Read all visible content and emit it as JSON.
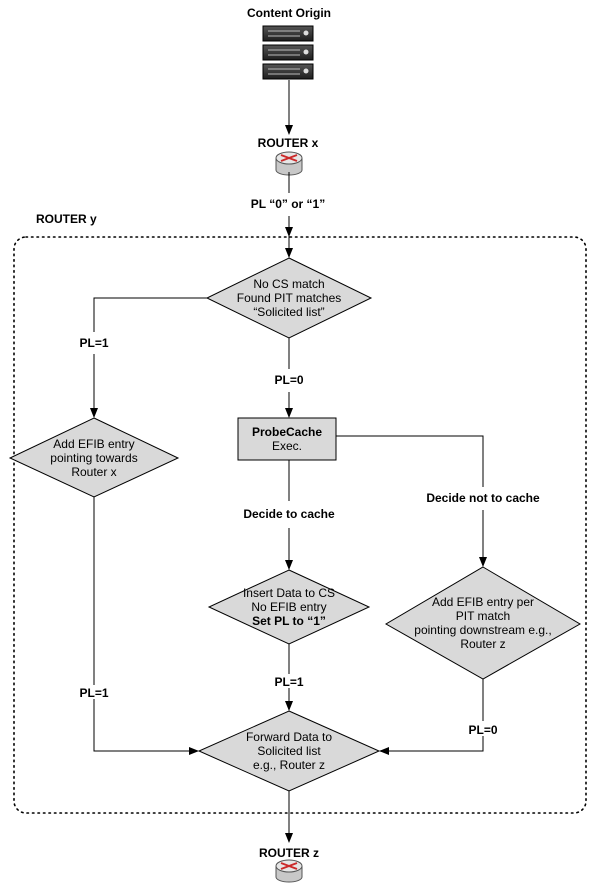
{
  "nodes": {
    "content_origin": "Content Origin",
    "router_x": "ROUTER x",
    "router_y": "ROUTER y",
    "router_z": "ROUTER z",
    "pl_in": "PL “0” or “1”",
    "check": {
      "l1": "No CS match",
      "l2": "Found PIT matches",
      "l3": "“Solicited list”"
    },
    "efib_x": {
      "l1": "Add EFIB entry",
      "l2": "pointing towards",
      "l3": "Router x"
    },
    "probecache": {
      "l1": "ProbeCache",
      "l2": "Exec."
    },
    "insert": {
      "l1": "Insert Data to CS",
      "l2": "No EFIB entry",
      "l3": "Set PL to “1”"
    },
    "efib_pit": {
      "l1": "Add EFIB entry per",
      "l2": "PIT match",
      "l3": "pointing downstream e.g.,",
      "l4": "Router z"
    },
    "forward": {
      "l1": "Forward Data to",
      "l2": "Solicited list",
      "l3": "e.g., Router z"
    }
  },
  "edge_labels": {
    "pl1_left_top": "PL=1",
    "pl0_center": "PL=0",
    "decide_cache": "Decide to cache",
    "decide_not_cache": "Decide not to cache",
    "pl1_left_bottom": "PL=1",
    "pl1_center": "PL=1",
    "pl0_right": "PL=0"
  },
  "colors": {
    "shape_fill": "#d9d9d9",
    "stroke": "#000000",
    "router_red": "#cc2a2a"
  },
  "icons": [
    "server-stack-icon",
    "router-icon"
  ]
}
